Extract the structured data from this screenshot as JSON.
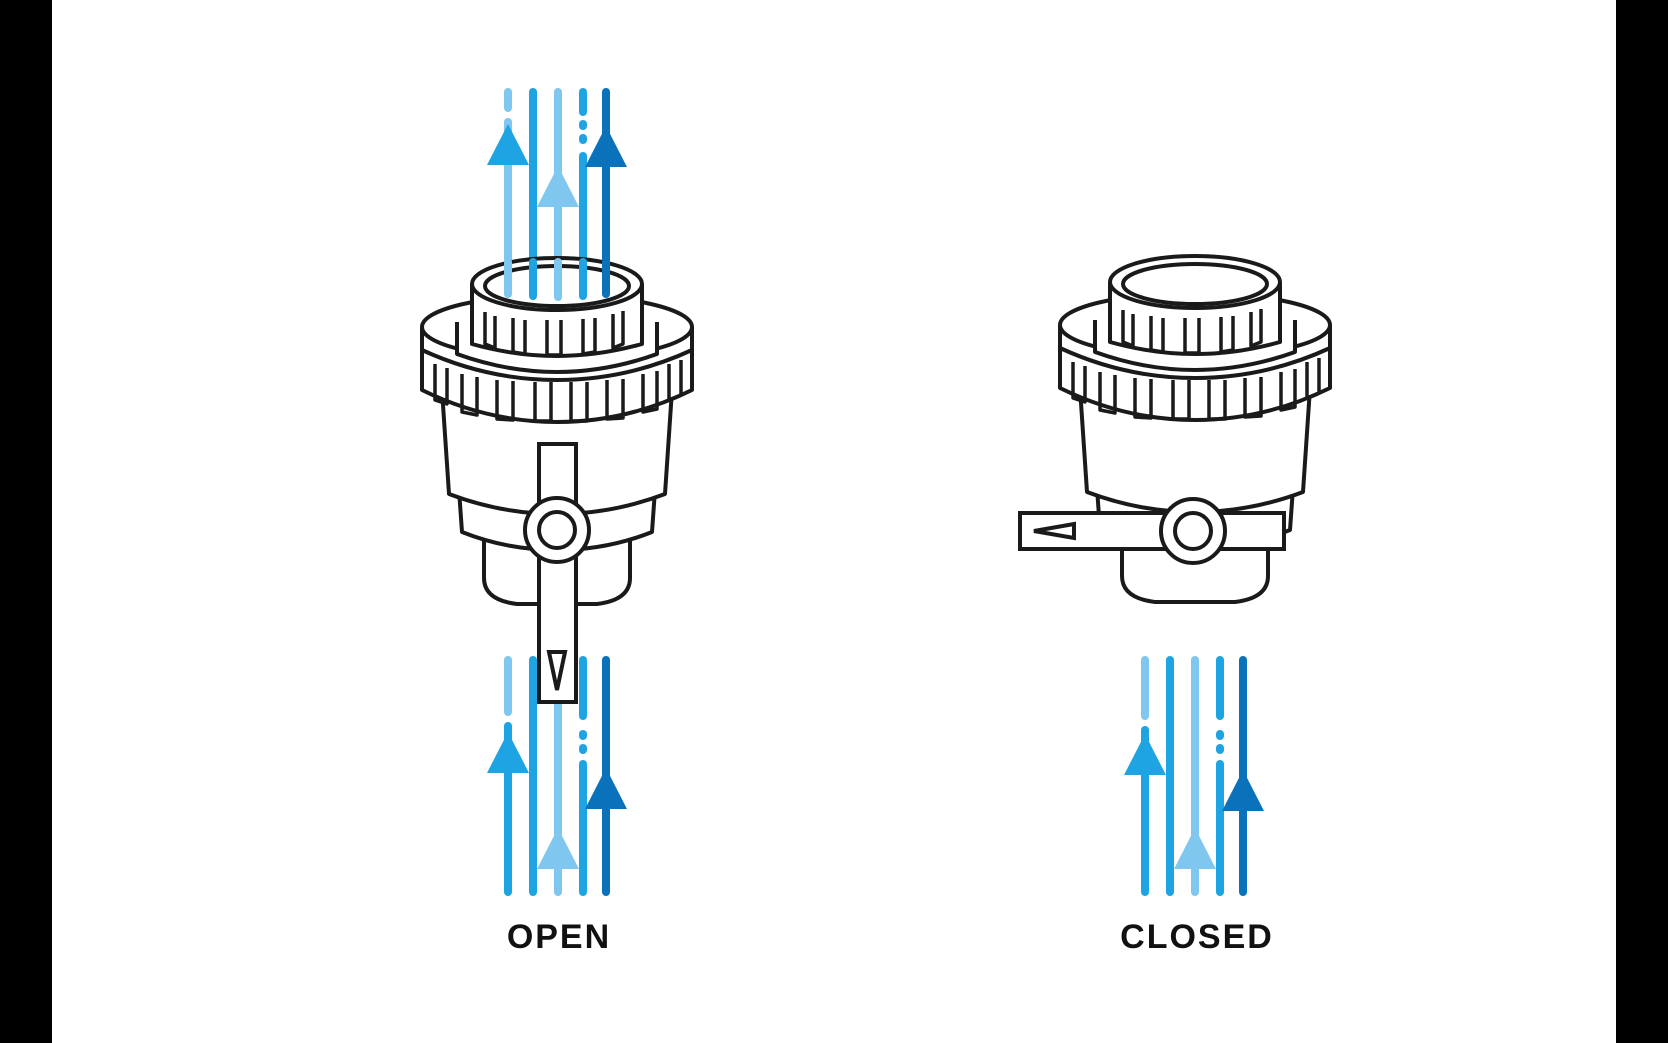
{
  "colors": {
    "frame": "#000000",
    "background": "#ffffff",
    "outline": "#1a1a1a",
    "valve_fill": "#ffffff",
    "flow_light": "#7fc7ee",
    "flow_medium": "#1ea3e3",
    "flow_dark": "#0a72bb"
  },
  "valves": {
    "open": {
      "label": "OPEN",
      "handle": "vertical",
      "flow_through": true
    },
    "closed": {
      "label": "CLOSED",
      "handle": "horizontal",
      "flow_through": false
    }
  }
}
